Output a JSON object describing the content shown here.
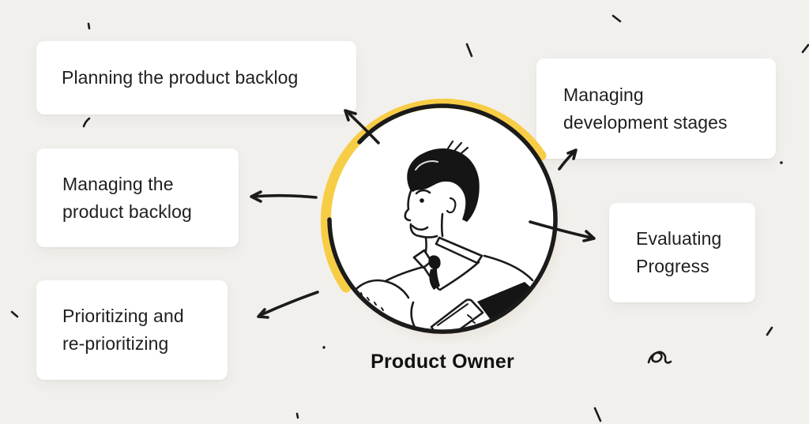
{
  "diagram": {
    "background_color": "#F2F0ED",
    "accent_yellow": "#F7CD46",
    "ink_color": "#1B1B1B",
    "card_color": "#FFFFFF",
    "center_label": "Product Owner",
    "cards": [
      {
        "id": "planning-the-product-backlog",
        "lines": [
          "Planning the product backlog"
        ]
      },
      {
        "id": "managing-the-product-backlog",
        "lines": [
          "Managing the",
          "product backlog"
        ]
      },
      {
        "id": "prioritizing-and-re-prioritizing",
        "lines": [
          "Prioritizing and",
          "re-prioritizing"
        ]
      },
      {
        "id": "managing-development-stages",
        "lines": [
          "Managing",
          "development stages"
        ]
      },
      {
        "id": "evaluating-progress",
        "lines": [
          "Evaluating",
          "Progress"
        ]
      }
    ],
    "arrows": [
      {
        "name": "arrow-to-planning",
        "direction": "up-left"
      },
      {
        "name": "arrow-to-managing-backlog",
        "direction": "left"
      },
      {
        "name": "arrow-to-prioritizing",
        "direction": "down-left"
      },
      {
        "name": "arrow-to-managing-development",
        "direction": "up-right"
      },
      {
        "name": "arrow-to-evaluating",
        "direction": "right"
      }
    ]
  }
}
